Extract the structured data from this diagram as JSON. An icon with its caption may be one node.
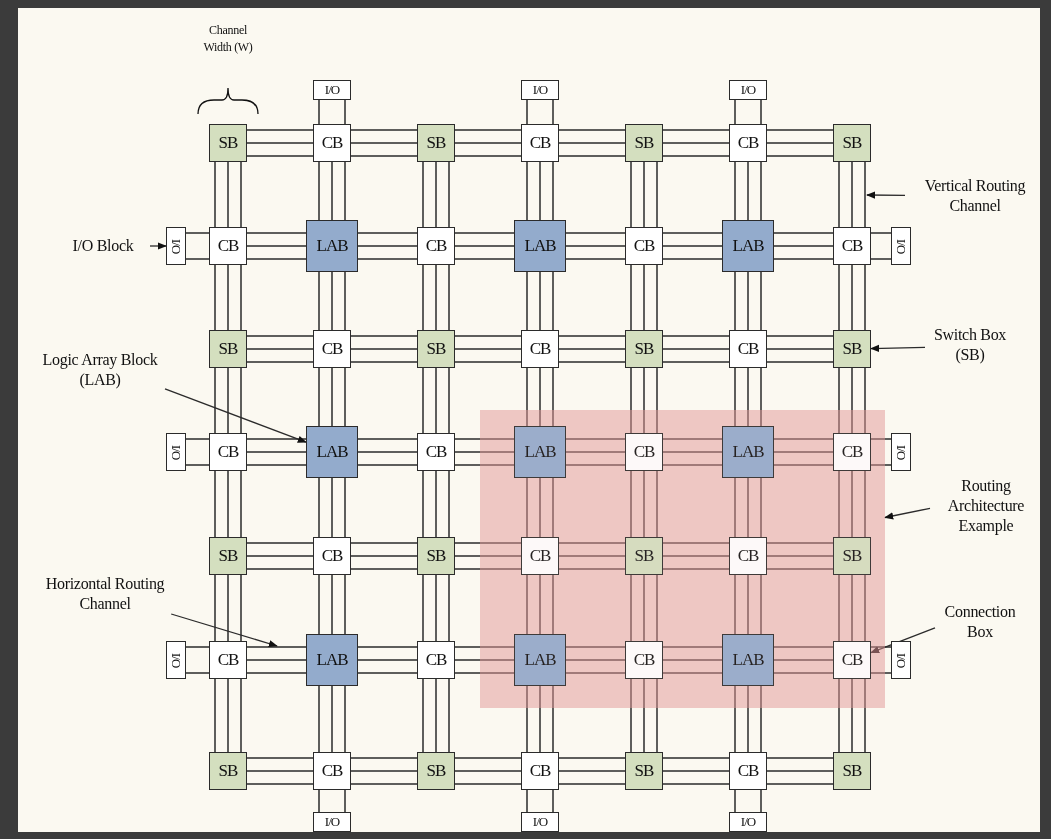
{
  "diagram": {
    "nodes": [
      {
        "text": [],
        "shape": "box"
      },
      {
        "text": [
          "SB"
        ]
      },
      {
        "text": [
          "CB"
        ]
      },
      {
        "text": [
          "SB"
        ]
      },
      {
        "text": [
          "CB"
        ]
      },
      {
        "text": [
          "SB"
        ]
      },
      {
        "text": [
          "CB"
        ]
      },
      {
        "text": [
          "SB"
        ]
      },
      {
        "text": [
          "CB"
        ]
      },
      {
        "text": [
          "LAB"
        ]
      },
      {
        "text": [
          "CB"
        ]
      },
      {
        "text": [
          "LAB"
        ]
      },
      {
        "text": [
          "CB"
        ]
      },
      {
        "text": [
          "LAB"
        ]
      },
      {
        "text": [
          "CB"
        ]
      },
      {
        "text": [
          "SB"
        ]
      },
      {
        "text": [
          "CB"
        ]
      },
      {
        "text": [
          "SB"
        ]
      },
      {
        "text": [
          "CB"
        ]
      },
      {
        "text": [
          "SB"
        ]
      },
      {
        "text": [
          "CB"
        ]
      },
      {
        "text": [
          "SB"
        ]
      },
      {
        "text": [
          "CB"
        ]
      },
      {
        "text": [
          "LAB"
        ]
      },
      {
        "text": [
          "CB"
        ]
      },
      {
        "text": [
          "LAB"
        ],
        "in": 0
      },
      {
        "text": [
          "CB"
        ],
        "in": 0
      },
      {
        "text": [
          "LAB"
        ],
        "in": 0
      },
      {
        "text": [
          "CB"
        ],
        "in": 0
      },
      {
        "text": [
          "SB"
        ]
      },
      {
        "text": [
          "CB"
        ]
      },
      {
        "text": [
          "SB"
        ]
      },
      {
        "text": [
          "CB"
        ],
        "in": 0
      },
      {
        "text": [
          "SB"
        ],
        "in": 0
      },
      {
        "text": [
          "CB"
        ],
        "in": 0
      },
      {
        "text": [
          "SB"
        ],
        "in": 0
      },
      {
        "text": [
          "CB"
        ]
      },
      {
        "text": [
          "LAB"
        ]
      },
      {
        "text": [
          "CB"
        ]
      },
      {
        "text": [
          "LAB"
        ],
        "in": 0
      },
      {
        "text": [
          "CB"
        ],
        "in": 0
      },
      {
        "text": [
          "LAB"
        ],
        "in": 0
      },
      {
        "text": [
          "CB"
        ],
        "in": 0
      },
      {
        "text": [
          "SB"
        ]
      },
      {
        "text": [
          "CB"
        ]
      },
      {
        "text": [
          "SB"
        ]
      },
      {
        "text": [
          "CB"
        ]
      },
      {
        "text": [
          "SB"
        ]
      },
      {
        "text": [
          "CB"
        ]
      },
      {
        "text": [
          "SB"
        ]
      },
      {
        "text": [
          "I/O"
        ]
      },
      {
        "text": [
          "I/O"
        ]
      },
      {
        "text": [
          "I/O"
        ]
      },
      {
        "text": [
          "I/O"
        ]
      },
      {
        "text": [
          "I/O"
        ]
      },
      {
        "text": [
          "I/O"
        ]
      },
      {
        "text": [
          "I/O"
        ]
      },
      {
        "text": [
          "I/O"
        ]
      },
      {
        "text": [
          "I/O"
        ]
      },
      {
        "text": [
          "I/O"
        ]
      },
      {
        "text": [
          "I/O"
        ]
      },
      {
        "text": [
          "I/O"
        ]
      },
      {
        "text": [
          "I/O Block"
        ]
      },
      {
        "text": [
          "Vertical Routing Channel"
        ]
      },
      {
        "text": [
          "Switch Box (SB)"
        ]
      },
      {
        "text": [
          "Logic Array Block (LAB)"
        ]
      },
      {
        "text": [
          "Routing Architecture Example"
        ]
      },
      {
        "text": [
          "Horizontal Routing Channel"
        ]
      },
      {
        "text": [
          "Connection Box"
        ]
      }
    ],
    "edges": [
      {
        "from": 1,
        "to": 2,
        "arrow": "none"
      },
      {
        "from": 2,
        "to": 3,
        "arrow": "none"
      },
      {
        "from": 3,
        "to": 4,
        "arrow": "none"
      },
      {
        "from": 4,
        "to": 5,
        "arrow": "none"
      },
      {
        "from": 5,
        "to": 6,
        "arrow": "none"
      },
      {
        "from": 6,
        "to": 7,
        "arrow": "none"
      },
      {
        "from": 8,
        "to": 9,
        "arrow": "none"
      },
      {
        "from": 9,
        "to": 10,
        "arrow": "none"
      },
      {
        "from": 10,
        "to": 11,
        "arrow": "none"
      },
      {
        "from": 11,
        "to": 12,
        "arrow": "none"
      },
      {
        "from": 12,
        "to": 13,
        "arrow": "none"
      },
      {
        "from": 13,
        "to": 14,
        "arrow": "none"
      },
      {
        "from": 15,
        "to": 16,
        "arrow": "none"
      },
      {
        "from": 16,
        "to": 17,
        "arrow": "none"
      },
      {
        "from": 17,
        "to": 18,
        "arrow": "none"
      },
      {
        "from": 18,
        "to": 19,
        "arrow": "none"
      },
      {
        "from": 19,
        "to": 20,
        "arrow": "none"
      },
      {
        "from": 20,
        "to": 21,
        "arrow": "none"
      },
      {
        "from": 22,
        "to": 23,
        "arrow": "none"
      },
      {
        "from": 23,
        "to": 24,
        "arrow": "none"
      },
      {
        "from": 24,
        "to": 25,
        "arrow": "none"
      },
      {
        "from": 25,
        "to": 26,
        "arrow": "none"
      },
      {
        "from": 26,
        "to": 27,
        "arrow": "none"
      },
      {
        "from": 27,
        "to": 28,
        "arrow": "none"
      },
      {
        "from": 29,
        "to": 30,
        "arrow": "none"
      },
      {
        "from": 30,
        "to": 31,
        "arrow": "none"
      },
      {
        "from": 31,
        "to": 32,
        "arrow": "none"
      },
      {
        "from": 32,
        "to": 33,
        "arrow": "none"
      },
      {
        "from": 33,
        "to": 34,
        "arrow": "none"
      },
      {
        "from": 34,
        "to": 35,
        "arrow": "none"
      },
      {
        "from": 36,
        "to": 37,
        "arrow": "none"
      },
      {
        "from": 37,
        "to": 38,
        "arrow": "none"
      },
      {
        "from": 38,
        "to": 39,
        "arrow": "none"
      },
      {
        "from": 39,
        "to": 40,
        "arrow": "none"
      },
      {
        "from": 40,
        "to": 41,
        "arrow": "none"
      },
      {
        "from": 41,
        "to": 42,
        "arrow": "none"
      },
      {
        "from": 43,
        "to": 44,
        "arrow": "none"
      },
      {
        "from": 44,
        "to": 45,
        "arrow": "none"
      },
      {
        "from": 45,
        "to": 46,
        "arrow": "none"
      },
      {
        "from": 46,
        "to": 47,
        "arrow": "none"
      },
      {
        "from": 47,
        "to": 48,
        "arrow": "none"
      },
      {
        "from": 48,
        "to": 49,
        "arrow": "none"
      },
      {
        "from": 1,
        "to": 8,
        "arrow": "none"
      },
      {
        "from": 2,
        "to": 9,
        "arrow": "none"
      },
      {
        "from": 3,
        "to": 10,
        "arrow": "none"
      },
      {
        "from": 4,
        "to": 11,
        "arrow": "none"
      },
      {
        "from": 5,
        "to": 12,
        "arrow": "none"
      },
      {
        "from": 6,
        "to": 13,
        "arrow": "none"
      },
      {
        "from": 7,
        "to": 14,
        "arrow": "none"
      },
      {
        "from": 8,
        "to": 15,
        "arrow": "none"
      },
      {
        "from": 9,
        "to": 16,
        "arrow": "none"
      },
      {
        "from": 10,
        "to": 17,
        "arrow": "none"
      },
      {
        "from": 11,
        "to": 18,
        "arrow": "none"
      },
      {
        "from": 12,
        "to": 19,
        "arrow": "none"
      },
      {
        "from": 13,
        "to": 20,
        "arrow": "none"
      },
      {
        "from": 14,
        "to": 21,
        "arrow": "none"
      },
      {
        "from": 15,
        "to": 22,
        "arrow": "none"
      },
      {
        "from": 16,
        "to": 23,
        "arrow": "none"
      },
      {
        "from": 17,
        "to": 24,
        "arrow": "none"
      },
      {
        "from": 18,
        "to": 25,
        "arrow": "none"
      },
      {
        "from": 19,
        "to": 26,
        "arrow": "none"
      },
      {
        "from": 20,
        "to": 27,
        "arrow": "none"
      },
      {
        "from": 21,
        "to": 28,
        "arrow": "none"
      },
      {
        "from": 22,
        "to": 29,
        "arrow": "none"
      },
      {
        "from": 23,
        "to": 30,
        "arrow": "none"
      },
      {
        "from": 24,
        "to": 31,
        "arrow": "none"
      },
      {
        "from": 25,
        "to": 32,
        "arrow": "none"
      },
      {
        "from": 26,
        "to": 33,
        "arrow": "none"
      },
      {
        "from": 27,
        "to": 34,
        "arrow": "none"
      },
      {
        "from": 28,
        "to": 35,
        "arrow": "none"
      },
      {
        "from": 29,
        "to": 36,
        "arrow": "none"
      },
      {
        "from": 30,
        "to": 37,
        "arrow": "none"
      },
      {
        "from": 31,
        "to": 38,
        "arrow": "none"
      },
      {
        "from": 32,
        "to": 39,
        "arrow": "none"
      },
      {
        "from": 33,
        "to": 40,
        "arrow": "none"
      },
      {
        "from": 34,
        "to": 41,
        "arrow": "none"
      },
      {
        "from": 35,
        "to": 42,
        "arrow": "none"
      },
      {
        "from": 36,
        "to": 43,
        "arrow": "none"
      },
      {
        "from": 37,
        "to": 44,
        "arrow": "none"
      },
      {
        "from": 38,
        "to": 45,
        "arrow": "none"
      },
      {
        "from": 39,
        "to": 46,
        "arrow": "none"
      },
      {
        "from": 40,
        "to": 47,
        "arrow": "none"
      },
      {
        "from": 41,
        "to": 48,
        "arrow": "none"
      },
      {
        "from": 42,
        "to": 49,
        "arrow": "none"
      },
      {
        "from": 50,
        "to": 2,
        "arrow": "none"
      },
      {
        "from": 51,
        "to": 4,
        "arrow": "none"
      },
      {
        "from": 52,
        "to": 6,
        "arrow": "none"
      },
      {
        "from": 53,
        "to": 8,
        "arrow": "none"
      },
      {
        "from": 54,
        "to": 22,
        "arrow": "none"
      },
      {
        "from": 55,
        "to": 36,
        "arrow": "none"
      },
      {
        "from": 56,
        "to": 14,
        "arrow": "none"
      },
      {
        "from": 57,
        "to": 28,
        "arrow": "none"
      },
      {
        "from": 58,
        "to": 42,
        "arrow": "none"
      },
      {
        "from": 59,
        "to": 44,
        "arrow": "none"
      },
      {
        "from": 60,
        "to": 46,
        "arrow": "none"
      },
      {
        "from": 61,
        "to": 48,
        "arrow": "none"
      },
      {
        "from": 62,
        "to": 53,
        "arrow": "to"
      },
      {
        "from": 63,
        "to": null,
        "arrow": "to"
      },
      {
        "from": 64,
        "to": 21,
        "arrow": "to"
      },
      {
        "from": 65,
        "to": 23,
        "arrow": "to"
      },
      {
        "from": 66,
        "to": 0,
        "arrow": "to"
      },
      {
        "from": 67,
        "to": null,
        "arrow": "to"
      },
      {
        "from": 68,
        "to": 42,
        "arrow": "to"
      }
    ],
    "labels": [
      "Channel Width (W)"
    ]
  }
}
